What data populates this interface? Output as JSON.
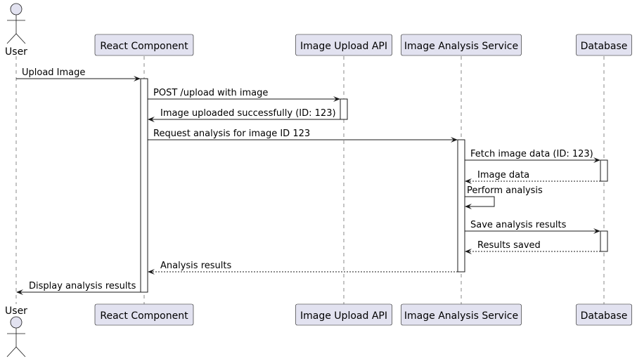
{
  "participants": [
    {
      "id": "user",
      "label": "User",
      "kind": "actor"
    },
    {
      "id": "react",
      "label": "React Component",
      "kind": "participant"
    },
    {
      "id": "upload",
      "label": "Image Upload API",
      "kind": "participant"
    },
    {
      "id": "analysis",
      "label": "Image Analysis Service",
      "kind": "participant"
    },
    {
      "id": "db",
      "label": "Database",
      "kind": "participant"
    }
  ],
  "messages": [
    {
      "from": "user",
      "to": "react",
      "label": "Upload Image",
      "style": "solid"
    },
    {
      "from": "react",
      "to": "upload",
      "label": "POST /upload with image",
      "style": "solid"
    },
    {
      "from": "upload",
      "to": "react",
      "label": "Image uploaded successfully (ID: 123)",
      "style": "solid"
    },
    {
      "from": "react",
      "to": "analysis",
      "label": "Request analysis for image ID 123",
      "style": "solid"
    },
    {
      "from": "analysis",
      "to": "db",
      "label": "Fetch image data (ID: 123)",
      "style": "solid"
    },
    {
      "from": "db",
      "to": "analysis",
      "label": "Image data",
      "style": "dashed"
    },
    {
      "from": "analysis",
      "to": "analysis",
      "label": "Perform analysis",
      "style": "solid"
    },
    {
      "from": "analysis",
      "to": "db",
      "label": "Save analysis results",
      "style": "solid"
    },
    {
      "from": "db",
      "to": "analysis",
      "label": "Results saved",
      "style": "dashed"
    },
    {
      "from": "analysis",
      "to": "react",
      "label": "Analysis results",
      "style": "dashed"
    },
    {
      "from": "react",
      "to": "user",
      "label": "Display analysis results",
      "style": "solid"
    }
  ],
  "colors": {
    "participant_fill": "#e2e2f0",
    "border": "#181818",
    "lifeline": "#888888"
  }
}
